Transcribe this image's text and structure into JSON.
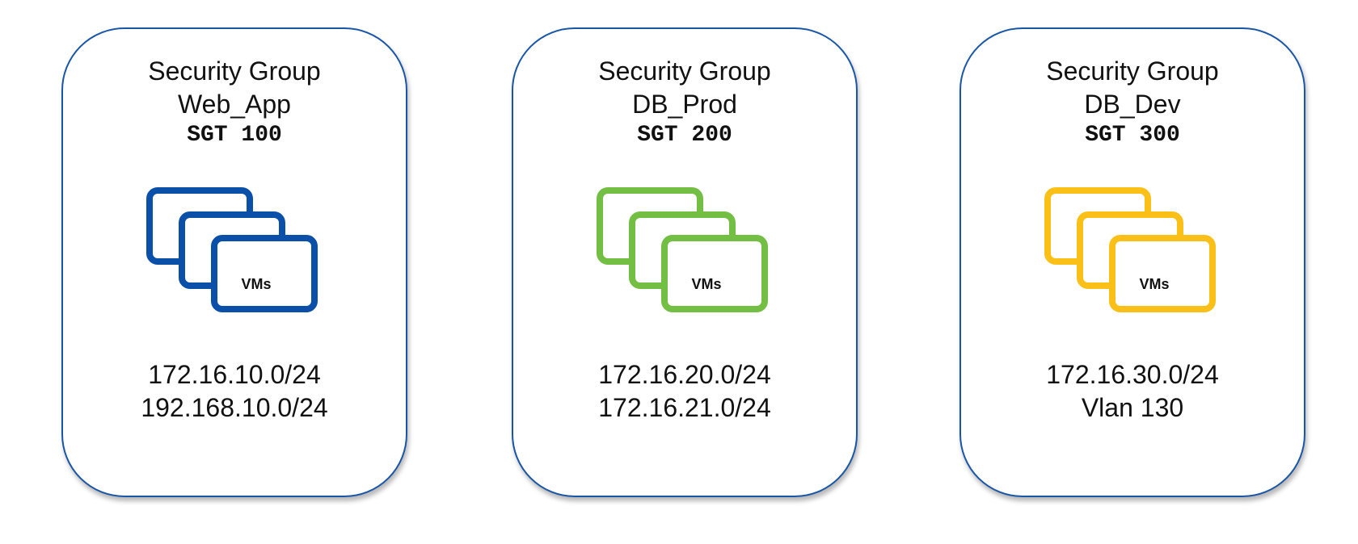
{
  "groups": [
    {
      "title": "Security Group",
      "name": "Web_App",
      "sgt": "SGT 100",
      "vm_label": "VMs",
      "vm_icon": "stacked-vms-icon",
      "color": "#0a4fa8",
      "networks": [
        "172.16.10.0/24",
        "192.168.10.0/24"
      ]
    },
    {
      "title": "Security Group",
      "name": "DB_Prod",
      "sgt": "SGT 200",
      "vm_label": "VMs",
      "vm_icon": "stacked-vms-icon",
      "color": "#72bf44",
      "networks": [
        "172.16.20.0/24",
        "172.16.21.0/24"
      ]
    },
    {
      "title": "Security Group",
      "name": "DB_Dev",
      "sgt": "SGT 300",
      "vm_label": "VMs",
      "vm_icon": "stacked-vms-icon",
      "color": "#fbc017",
      "networks": [
        "172.16.30.0/24",
        "Vlan 130"
      ]
    }
  ]
}
